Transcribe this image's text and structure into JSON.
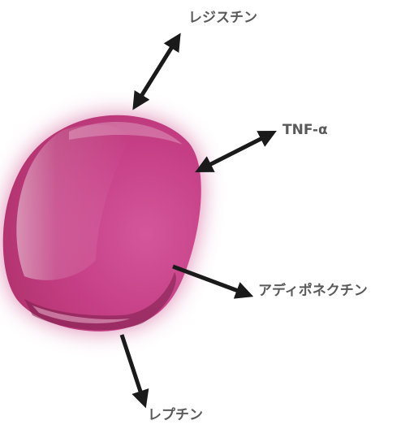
{
  "labels": {
    "resistin": "レジスチン",
    "tnf_alpha": "TNF-α",
    "adiponectin": "アディポネクチン",
    "leptin": "レプチン"
  },
  "colors": {
    "cell": "#c9407f",
    "cell_glow": "#d05b96",
    "arrow": "#1a1a1a",
    "label_text": "#5a5a5a"
  },
  "arrows": {
    "resistin": "double-headed",
    "tnf_alpha": "double-headed",
    "adiponectin": "single-headed outward",
    "leptin": "single-headed outward"
  }
}
